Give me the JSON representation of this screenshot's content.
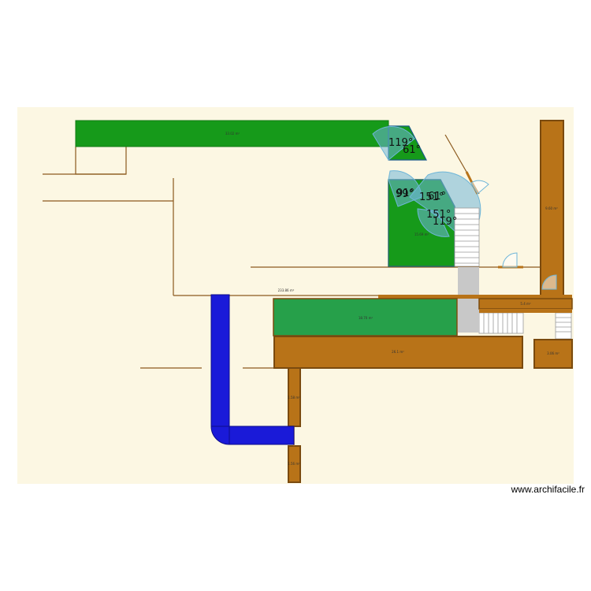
{
  "watermark": "www.archifacile.fr",
  "colors": {
    "canvas": "#fcf7e3",
    "green": "#169a1a",
    "green_light": "#26a04a",
    "brown": "#b87318",
    "blue": "#1a1ad8",
    "line": "#8b5a1e",
    "door": "#6fb6d8",
    "grey": "#c8c8c8"
  },
  "rooms": {
    "top_green": "33.02 m²",
    "small_green": "15.69 m²",
    "middle_green": "18.70 m²",
    "brown_big": "26.1 m²",
    "right_column": "9.60 m²",
    "right_strip": "5.4 m²",
    "right_small": "3.06 m²",
    "bottom_post_1": "1.58 m²",
    "bottom_post_2": "1.56 m²",
    "hall": "233.86 m²"
  },
  "angles": {
    "a1": "119°",
    "a2": "61°",
    "a3": "99°",
    "a4": "91°",
    "a5": "151°",
    "a6": "61°",
    "a7": "151°",
    "a8": "119°"
  }
}
